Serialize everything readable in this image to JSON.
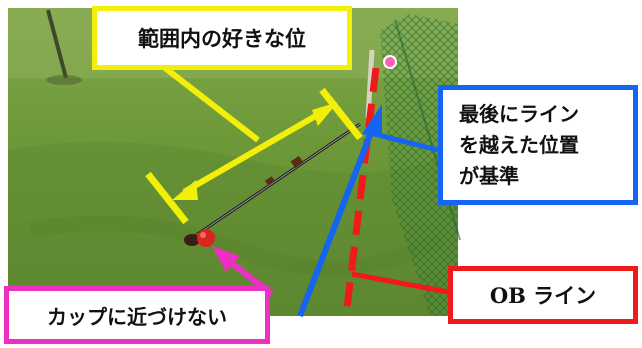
{
  "callouts": {
    "range": "範囲内の好きな位",
    "crossing": [
      "最後にライン",
      "を越えた位置",
      "が基準"
    ],
    "ob_line": "OB ライン",
    "cup": "カップに近づけない"
  },
  "colors": {
    "yellow": "#f2ef08",
    "blue": "#1565f0",
    "red": "#ef1a1a",
    "pink": "#ee2fc4",
    "grass": "#6f9a3a"
  },
  "icons": [
    "ball",
    "stick-marker",
    "golf-club",
    "boundary-net",
    "post-marker"
  ]
}
